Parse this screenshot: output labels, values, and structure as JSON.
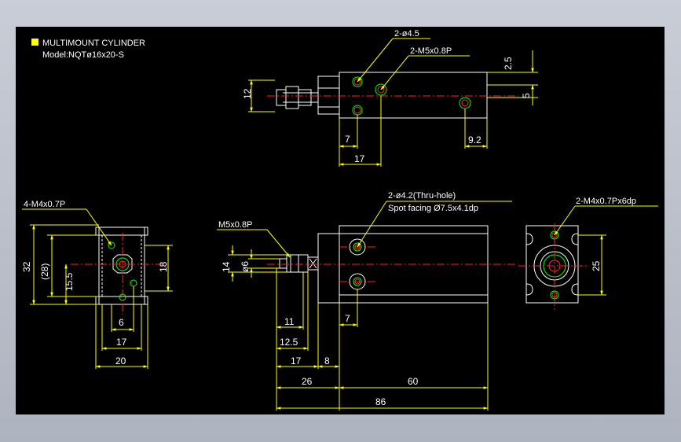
{
  "title": {
    "name": "MULTIMOUNT CYLINDER",
    "model": "Model:NQTø16x20-S"
  },
  "colors": {
    "background": "#000000",
    "outline": "#ffffff",
    "dimension": "#ffff00",
    "centerline": "#ff2020",
    "hole": "#00ff00",
    "legend_marker": "#ffff00"
  },
  "top_view": {
    "callout_holes": "2-ø4.5",
    "callout_ports": "2-M5x0.8P",
    "dims": {
      "d2_5": "2.5",
      "d5": "5",
      "d12": "12",
      "d7": "7",
      "d17": "17",
      "d9_2": "9.2"
    }
  },
  "left_view": {
    "callout": "4-M4x0.7P",
    "dims": {
      "d32": "32",
      "d28": "(28)",
      "d15_5": "15.5",
      "d18": "18",
      "d6": "6",
      "d17": "17",
      "d20": "20"
    }
  },
  "front_view": {
    "callout_port": "M5x0.8P",
    "callout_holes_line1": "2-ø4.2(Thru-hole)",
    "callout_holes_line2": "Spot facing Ø7.5x4.1dp",
    "dims": {
      "d14": "14",
      "d6": "ø6",
      "d7": "7",
      "d11": "11",
      "d12_5": "12.5",
      "d17": "17",
      "d8": "8",
      "d26": "26",
      "d60": "60",
      "d86": "86"
    }
  },
  "right_view": {
    "callout": "2-M4x0.7Px6dp",
    "dims": {
      "d25": "25"
    }
  }
}
